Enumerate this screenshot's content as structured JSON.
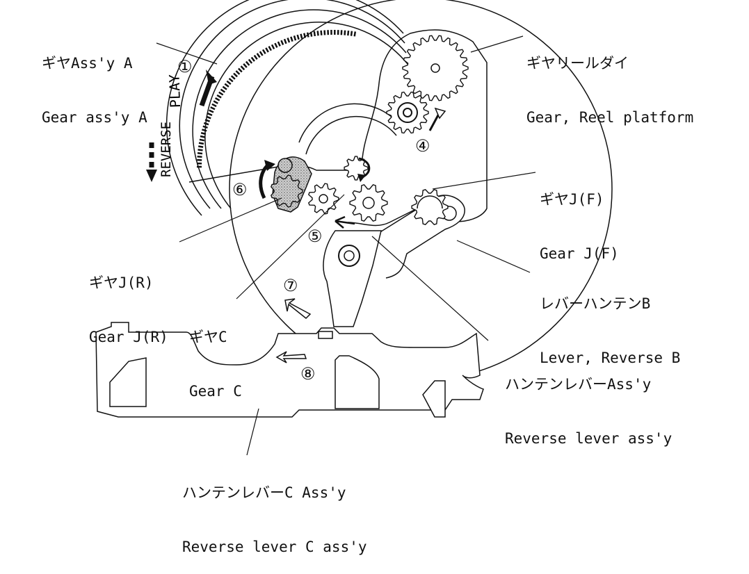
{
  "labels": {
    "gear_assy_a": {
      "jp": "ギヤAss'y A",
      "en": "Gear ass'y A"
    },
    "gear_reel_platform": {
      "jp": "ギヤリールダイ",
      "en": "Gear, Reel platform"
    },
    "gear_jf": {
      "jp": "ギヤJ(F)",
      "en": "Gear J(F)"
    },
    "gear_jr": {
      "jp": "ギヤJ(R)",
      "en": "Gear J(R)"
    },
    "lever_reverse_b": {
      "jp": "レバーハンテンB",
      "en": "Lever, Reverse B"
    },
    "gear_c": {
      "jp": "ギヤC",
      "en": "Gear C"
    },
    "reverse_lever_assy": {
      "jp": "ハンテンレバーAss'y",
      "en": "Reverse lever ass'y"
    },
    "reverse_lever_c_assy": {
      "jp": "ハンテンレバーC Ass'y",
      "en": "Reverse lever C ass'y"
    }
  },
  "direction": {
    "play": "PLAY",
    "reverse": "REVERSE"
  },
  "steps": [
    "①",
    "④",
    "⑤",
    "⑥",
    "⑦",
    "⑧"
  ]
}
